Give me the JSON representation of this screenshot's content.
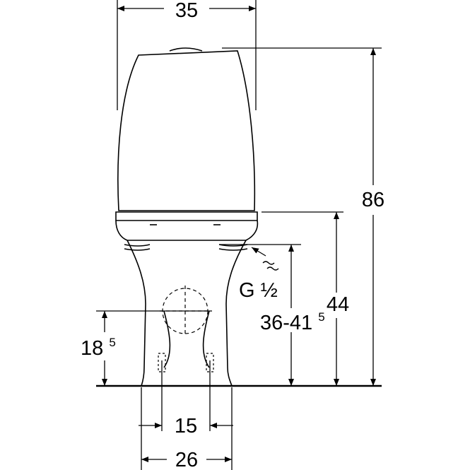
{
  "drawing": {
    "dimensions": {
      "width_top": "35",
      "height_total": "86",
      "height_seat": "44",
      "inlet_height": "36-41",
      "inlet_height_sup": "5",
      "inlet_thread": "G",
      "inlet_thread_frac": "½",
      "outlet_height": "18",
      "outlet_height_sup": "5",
      "bolt_spacing_inner": "15",
      "bolt_spacing_outer": "26"
    },
    "colors": {
      "line": "#000000",
      "background": "#ffffff"
    }
  }
}
